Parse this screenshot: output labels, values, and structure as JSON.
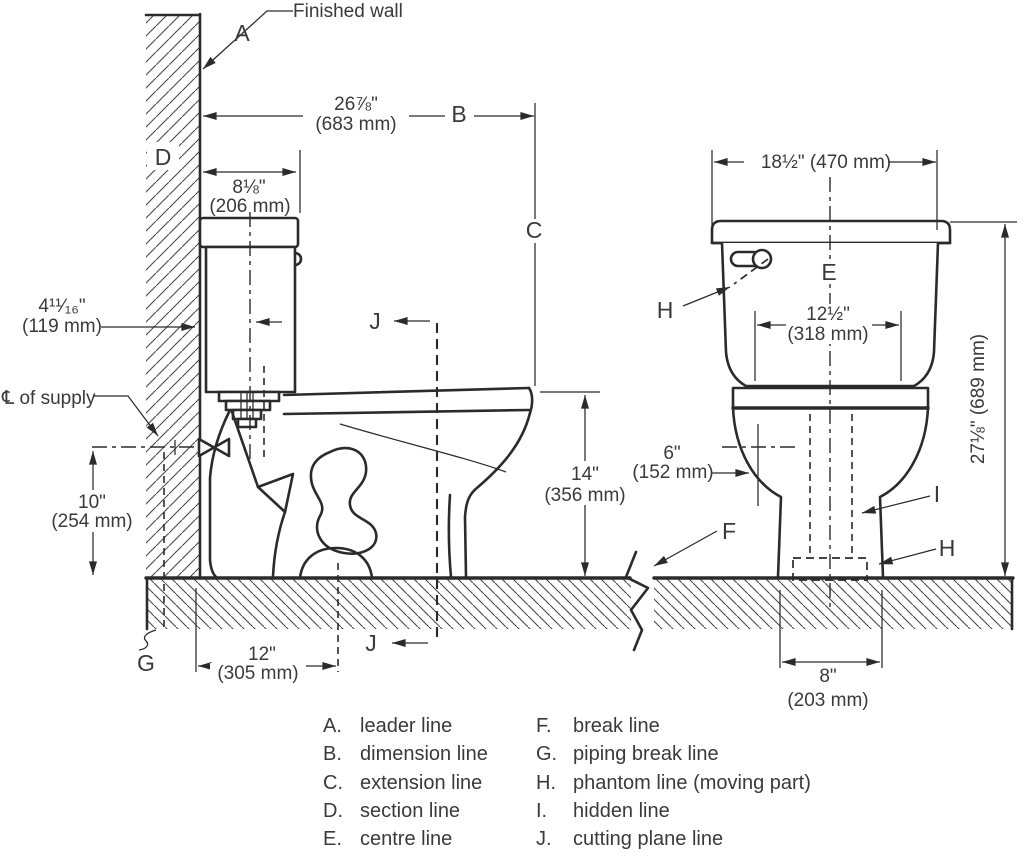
{
  "palette": {
    "ink": "#2b2b2b",
    "text": "#3a3a3a",
    "background": "#ffffff"
  },
  "labels": {
    "finished_wall": "Finished wall",
    "centreline_of_supply": "℄ of supply"
  },
  "letter_markers": {
    "a": "A",
    "b": "B",
    "c": "C",
    "d": "D",
    "e": "E",
    "f": "F",
    "g": "G",
    "h": "H",
    "i": "I",
    "j": "J"
  },
  "dimensions": {
    "wall_to_bowl_front": {
      "inches": "26⅞\"",
      "mm": "(683 mm)"
    },
    "tank_depth": {
      "inches": "8⅛\"",
      "mm": "(206 mm)"
    },
    "wall_thickness": {
      "inches": "4¹¹⁄₁₆\"",
      "mm": "(119 mm)"
    },
    "supply_height": {
      "inches": "10\"",
      "mm": "(254 mm)"
    },
    "rough_in": {
      "inches": "12\"",
      "mm": "(305 mm)"
    },
    "rim_height": {
      "inches": "14\"",
      "mm": "(356 mm)"
    },
    "tank_width": {
      "combined": "18½\" (470 mm)"
    },
    "bolt_hole_spacing": {
      "inches": "12½\"",
      "mm": "(318 mm)"
    },
    "supply_offset": {
      "inches": "6\"",
      "mm": "(152 mm)"
    },
    "overall_height": {
      "combined": "27⅛\" (689 mm)"
    },
    "base_width": {
      "inches": "8\"",
      "mm": "(203 mm)"
    }
  },
  "legend": {
    "col1": [
      {
        "key": "A.",
        "label": "leader line"
      },
      {
        "key": "B.",
        "label": "dimension line"
      },
      {
        "key": "C.",
        "label": "extension line"
      },
      {
        "key": "D.",
        "label": "section line"
      },
      {
        "key": "E.",
        "label": "centre line"
      }
    ],
    "col2": [
      {
        "key": "F.",
        "label": "break line"
      },
      {
        "key": "G.",
        "label": "piping break line"
      },
      {
        "key": "H.",
        "label": "phantom line (moving part)"
      },
      {
        "key": "I.",
        "label": "hidden line"
      },
      {
        "key": "J.",
        "label": "cutting plane line"
      }
    ]
  }
}
